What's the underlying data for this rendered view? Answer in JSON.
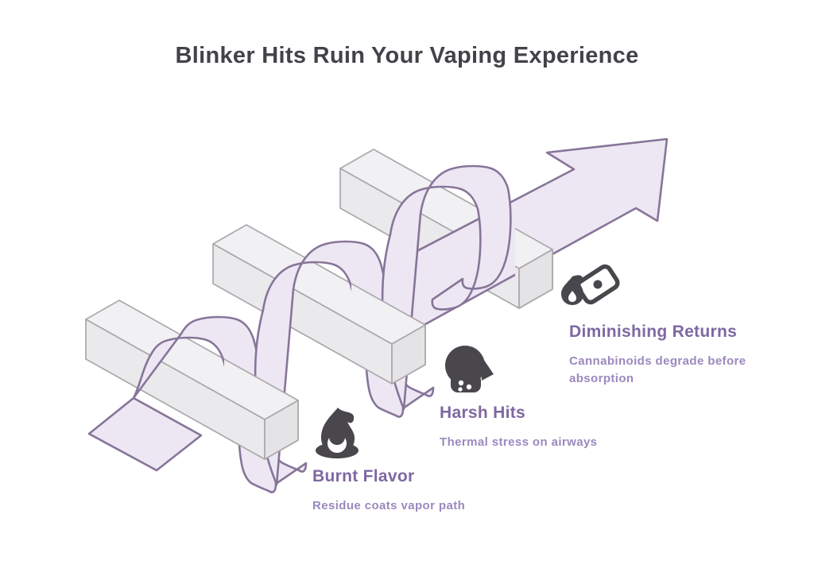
{
  "title": "Blinker Hits Ruin Your Vaping Experience",
  "diagram": {
    "type": "process-ribbon-arrow",
    "stages": 3,
    "arrow_direction": "up-right"
  },
  "items": [
    {
      "label": "Burnt Flavor",
      "description": "Residue coats vapor path",
      "icon": "flame-icon"
    },
    {
      "label": "Harsh Hits",
      "description": "Thermal stress on airways",
      "icon": "cough-head-icon"
    },
    {
      "label": "Diminishing Returns",
      "description": "Cannabinoids degrade before absorption",
      "icon": "burning-money-icon"
    }
  ],
  "colors": {
    "background": "#FFFFFF",
    "ribbon_fill": "#EDE7F4",
    "ribbon_stroke": "#877598",
    "bar_top": "#F1F0F2",
    "bar_front": "#EAE9EB",
    "bar_end": "#E4E3E5",
    "bar_stroke": "#ABA8AC",
    "title_color": "#454149",
    "heading_color": "#7E68A2",
    "description_color": "#9A89BE",
    "icon_color": "#49474C"
  }
}
